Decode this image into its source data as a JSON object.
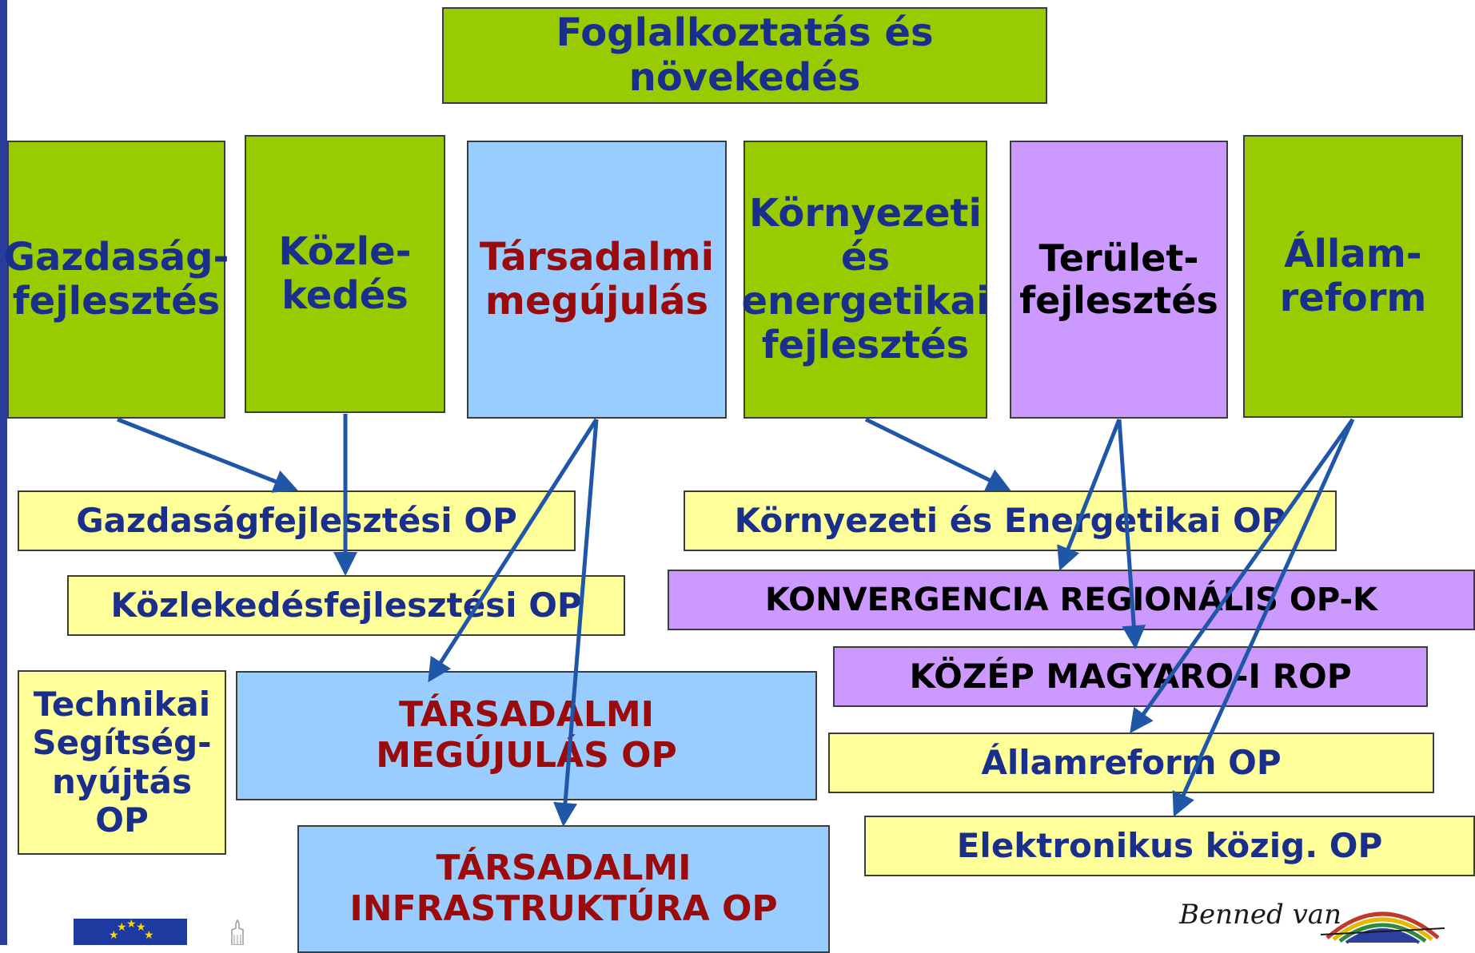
{
  "top": {
    "title": "Foglalkoztatás és\nnövekedés"
  },
  "priorities": [
    "Gazdaság-\nfejlesztés",
    "Közle-\nkedés",
    "Társadalmi\nmegújulás",
    "Környezeti\nés\nenergetikai\nfejlesztés",
    "Terület-\nfejlesztés",
    "Állam-\nreform"
  ],
  "programs": {
    "gop": "Gazdaságfejlesztési OP",
    "kop": "Közlekedésfejlesztési OP",
    "tsop": "Technikai\nSegítség-\nnyújtás\nOP",
    "tamop": "TÁRSADALMI\nMEGÚJULÁS OP",
    "tiop": "TÁRSADALMI\nINFRASTRUKTÚRA OP",
    "keop": "Környezeti és Energetikai OP",
    "konv": "KONVERGENCIA REGIONÁLIS OP-K",
    "kmop": "KÖZÉP MAGYARO-I ROP",
    "amop": "Államreform OP",
    "ekop": "Elektronikus közig. OP"
  },
  "logo": {
    "slogan": "Benned van"
  },
  "colors": {
    "green": "#99cc00",
    "blue": "#99ccff",
    "purple": "#cc99ff",
    "yellow": "#ffff99",
    "navy_text": "#1a2f8c",
    "red_text": "#9b0b0b",
    "arrow": "#1f56a8"
  }
}
